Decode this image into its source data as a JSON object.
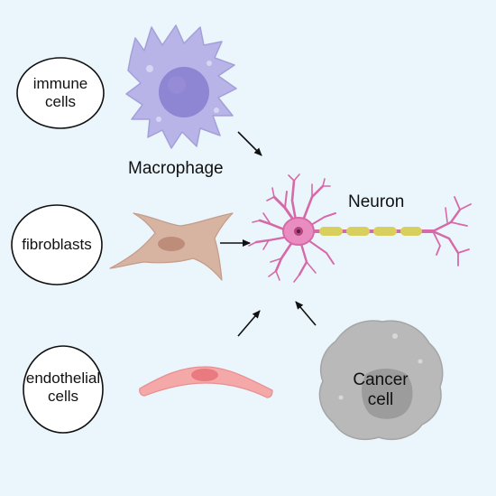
{
  "labels": {
    "immune_line1": "immune",
    "immune_line2": "cells",
    "fibroblasts": "fibroblasts",
    "endothelial_line1": "endothelial",
    "endothelial_line2": "cells",
    "macrophage": "Macrophage",
    "neuron": "Neuron",
    "cancer_line1": "Cancer",
    "cancer_line2": "cell"
  },
  "colors": {
    "background": "#eaf6fb",
    "macrophage_body": "#b8b4e8",
    "macrophage_nucleus": "#8a7fd0",
    "fibroblast_body": "#d7b3a1",
    "fibroblast_nucleus": "#bd8d7a",
    "endothelial_body": "#f4a8a8",
    "endothelial_nucleus": "#e87a80",
    "neuron": "#d66aa8",
    "neuron_soma": "#e98cc0",
    "myelin": "#d8cf5e",
    "cancer_body": "#b9b9b9",
    "cancer_nucleus": "#9c9c9c",
    "arrow": "#111111"
  },
  "icons": [
    "macrophage-cell-icon",
    "fibroblast-cell-icon",
    "endothelial-cell-icon",
    "neuron-cell-icon",
    "cancer-cell-icon"
  ]
}
